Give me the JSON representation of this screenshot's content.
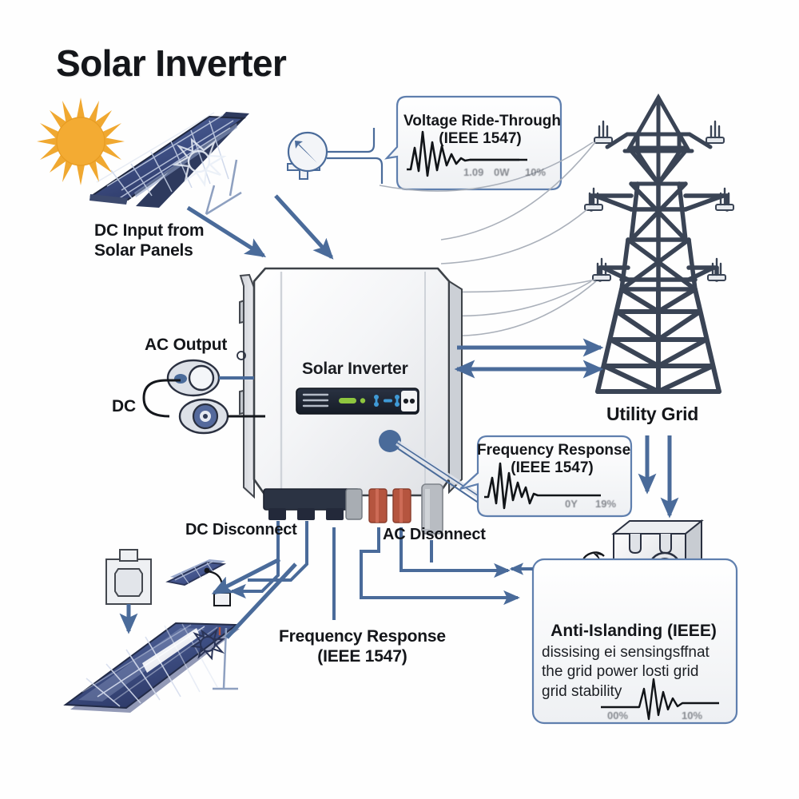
{
  "page": {
    "title": "Solar Inverter",
    "background_color": "#fefefe"
  },
  "colors": {
    "accent_blue": "#4a6b9a",
    "tower_dark": "#3a4455",
    "panel_blue": "#3b4a7a",
    "sun_orange": "#f0a830",
    "callout_border": "#5f7fae",
    "text_dark": "#14161a",
    "connector_red": "#b5553f",
    "led_green": "#8ec63f"
  },
  "labels": {
    "dc_input": "DC Input from\nSolar Panels",
    "ac_output": "AC Output",
    "dc": "DC",
    "dc_disconnect": "DC Disconnect",
    "ac_disconnect": "AC Disonnect",
    "utility_grid": "Utility Grid",
    "frequency_response_bottom": "Frequency Response\n(IEEE 1547)",
    "inverter_brand": "Solar Inverter"
  },
  "callouts": [
    {
      "id": "voltage-ride-through",
      "title": "Voltage Ride-Through\n(IEEE 1547)",
      "axis_ticks": [
        "1.09",
        "0W",
        "10%"
      ],
      "waveform": "damped-oscillation"
    },
    {
      "id": "frequency-response",
      "title": "Frequency Response\n(IEEE 1547)",
      "axis_ticks": [
        "0Y",
        "19%"
      ],
      "waveform": "damped-oscillation"
    },
    {
      "id": "anti-islanding",
      "title": "Anti-Islanding (IEEE)",
      "body": "dissising ei sensingsffnat\nthe grid power losti grid\ngrid stability",
      "axis_ticks": [
        "00%",
        "10%"
      ],
      "waveform": "burst-oscillation"
    }
  ],
  "diagram_elements": [
    {
      "name": "sun",
      "type": "icon"
    },
    {
      "name": "solar-panel-top",
      "type": "equipment"
    },
    {
      "name": "solar-inverter-unit",
      "type": "equipment"
    },
    {
      "name": "transmission-tower",
      "type": "equipment"
    },
    {
      "name": "gauge-meter",
      "type": "icon"
    },
    {
      "name": "relay-box",
      "type": "equipment"
    },
    {
      "name": "ac-connector",
      "type": "icon"
    },
    {
      "name": "dc-connector",
      "type": "icon"
    },
    {
      "name": "dc-disconnect-box",
      "type": "equipment"
    },
    {
      "name": "solar-panel-bottom",
      "type": "equipment"
    },
    {
      "name": "solar-panel-small",
      "type": "equipment"
    }
  ]
}
